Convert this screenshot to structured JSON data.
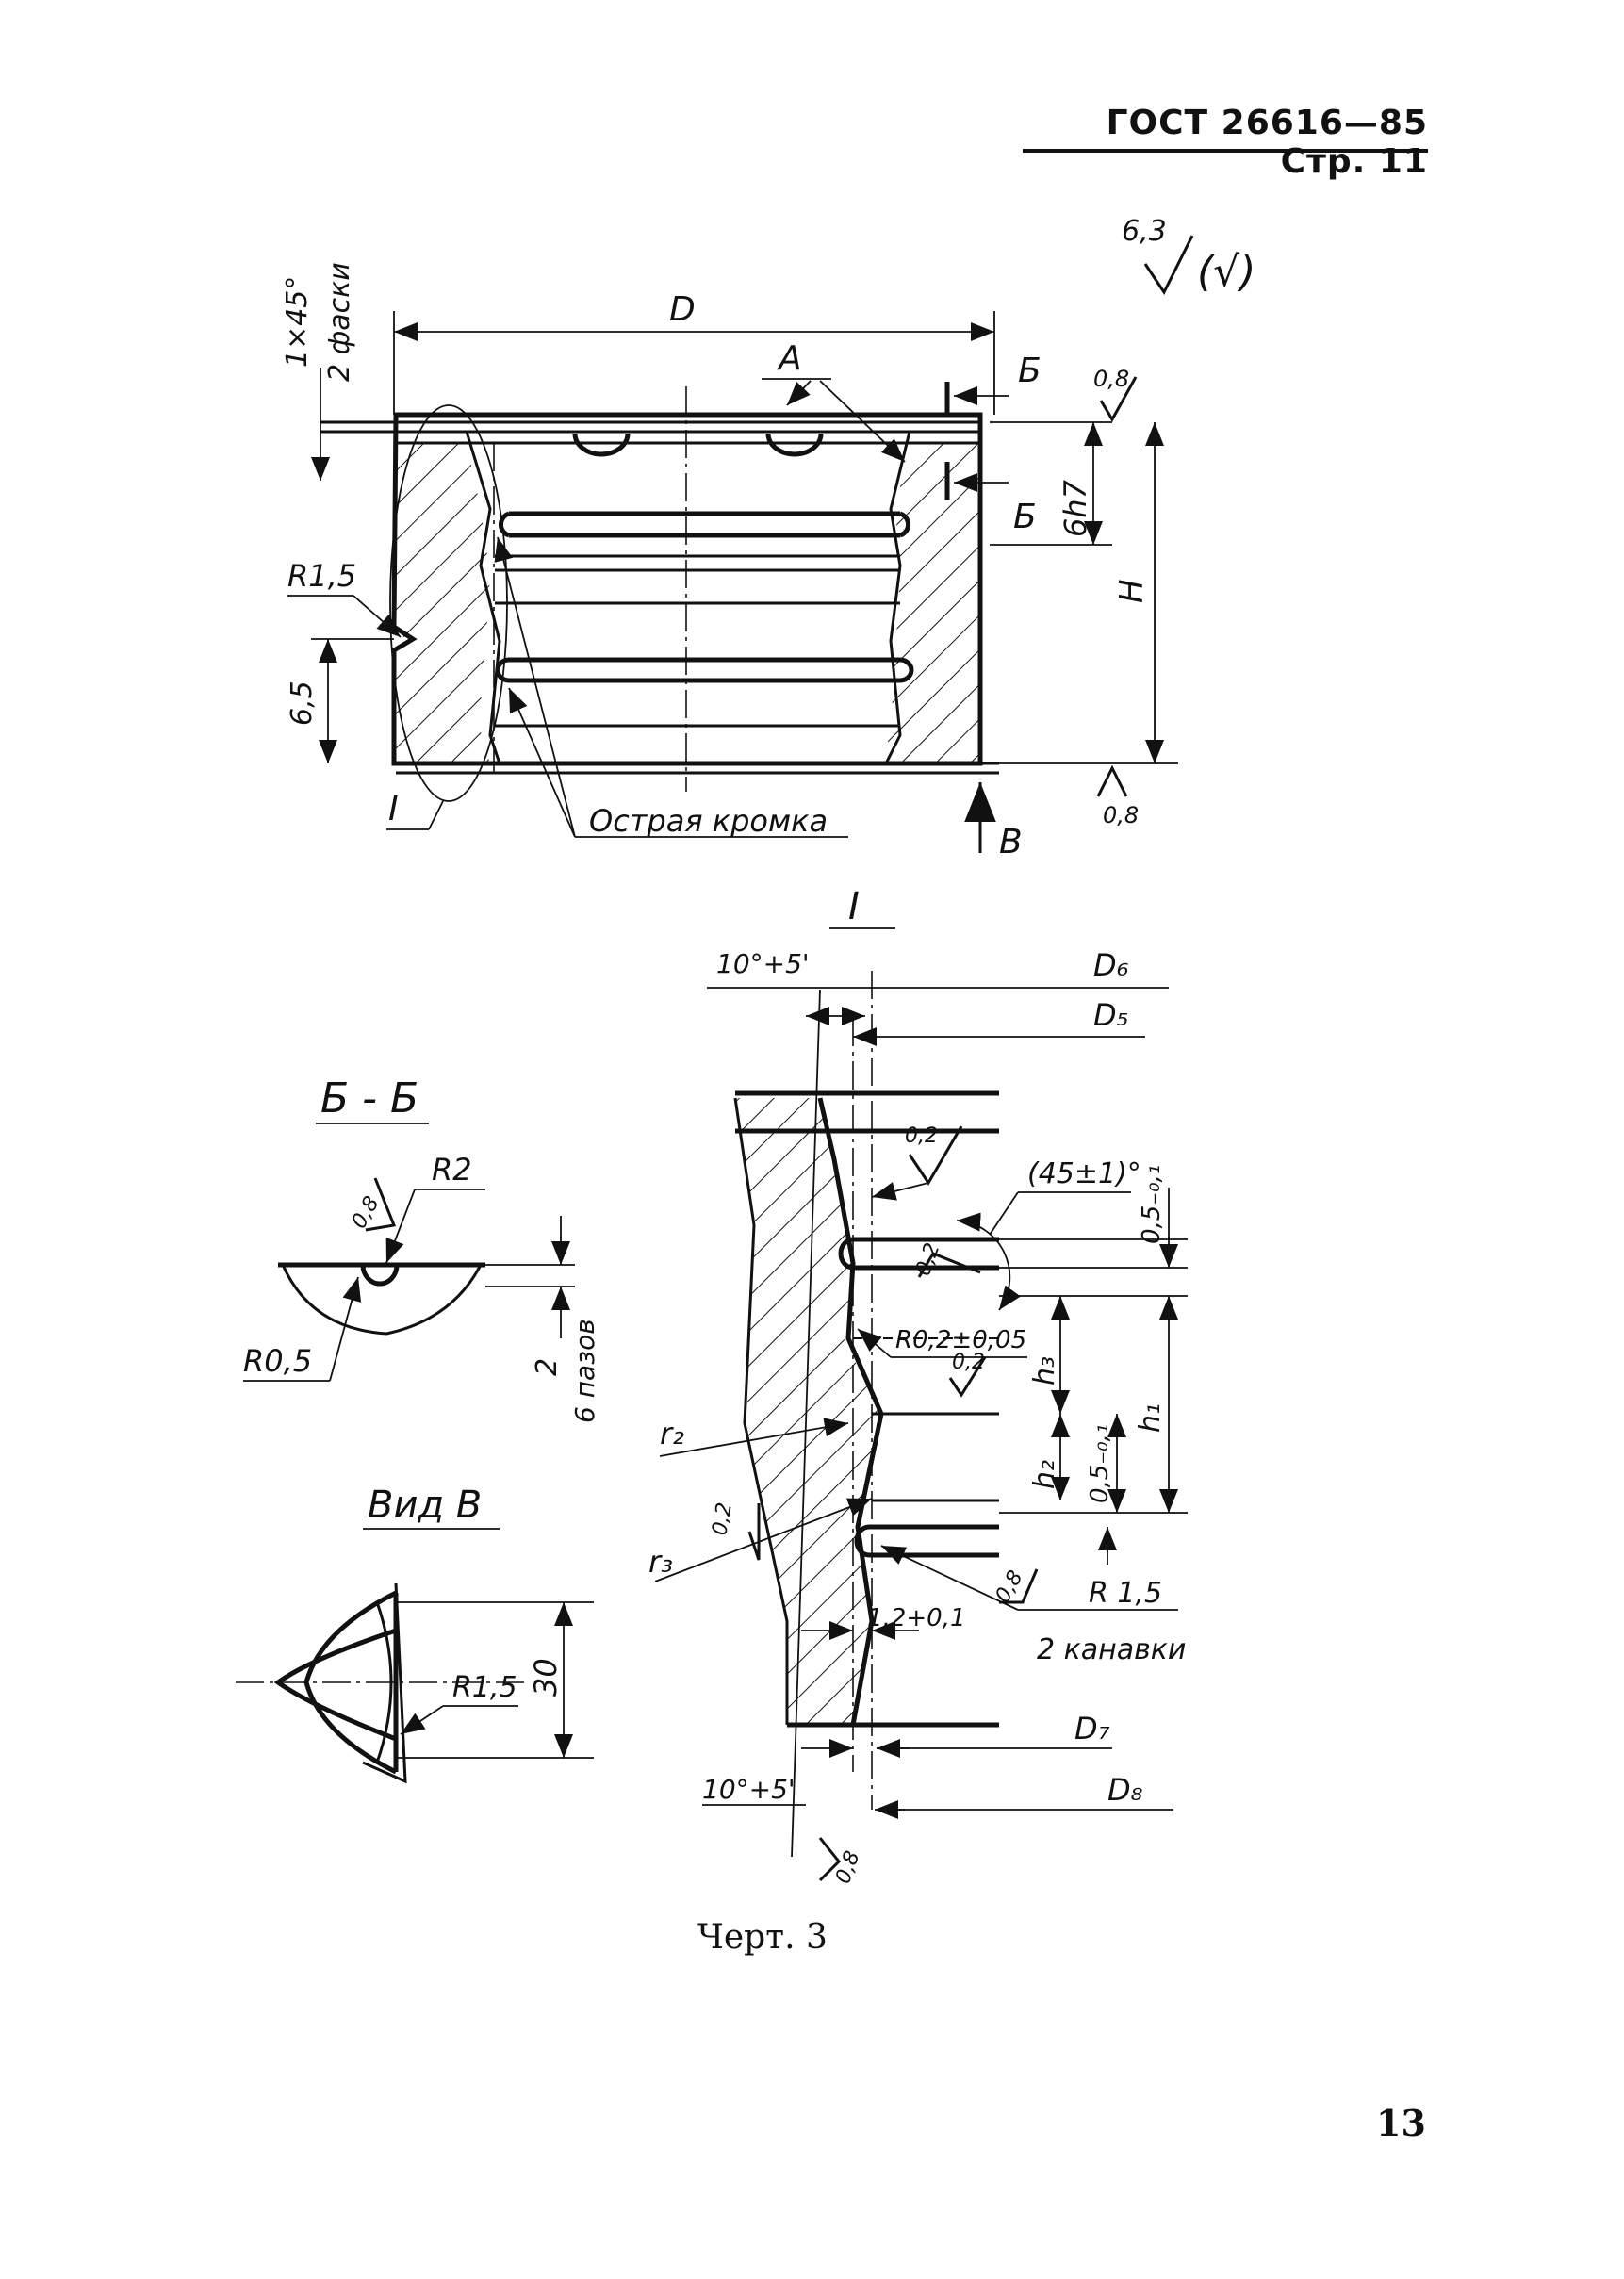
{
  "header": {
    "title": "ГОСТ 26616—85 Стр. 11"
  },
  "page_number": "13",
  "caption": "Черт. 3",
  "roughness": {
    "general": "6,3",
    "general_symbol": "(√)"
  },
  "main_view": {
    "chamfer_note": "1×45°",
    "chamfer_count": "2 фаски",
    "diameter": "D",
    "view_a": "А",
    "section_mark_top": "Б",
    "section_mark_bottom": "Б",
    "height_dim": "6h7",
    "overall_height": "H",
    "radius": "R1,5",
    "groove_pos": "6,5",
    "detail_ref": "I",
    "sharp_edge": "Острая кромка",
    "view_b": "В",
    "roughness_top": "0,8",
    "roughness_bottom": "0,8"
  },
  "section_bb": {
    "title": "Б - Б",
    "radius_top": "R2",
    "roughness": "0,8",
    "radius_bottom": "R0,5",
    "depth": "2",
    "slots": "6 пазов"
  },
  "view_v": {
    "title": "Вид В",
    "radius": "R1,5",
    "width": "30"
  },
  "detail_i": {
    "title": "I",
    "angle_top": "10°+5'",
    "angle_bottom": "10°+5'",
    "d6": "D₆",
    "d5": "D₅",
    "d7": "D₇",
    "d8": "D₈",
    "roughness_a": "0,2",
    "roughness_b": "0,2",
    "roughness_c": "0,2",
    "roughness_d": "0,2",
    "roughness_e": "0,8",
    "roughness_f": "0,8",
    "chamfer_angle": "(45±1)°",
    "tol_top": "0,5₋₀,₁",
    "tol_mid": "0,5₋₀,₁",
    "small_radius": "R0,2±0,05",
    "h3": "h₃",
    "h1": "h₁",
    "h2": "h₂",
    "r2": "r₂",
    "r3": "r₃",
    "groove_width": "1,2+0,1",
    "groove_radius": "R 1,5",
    "groove_count": "2 канавки"
  }
}
